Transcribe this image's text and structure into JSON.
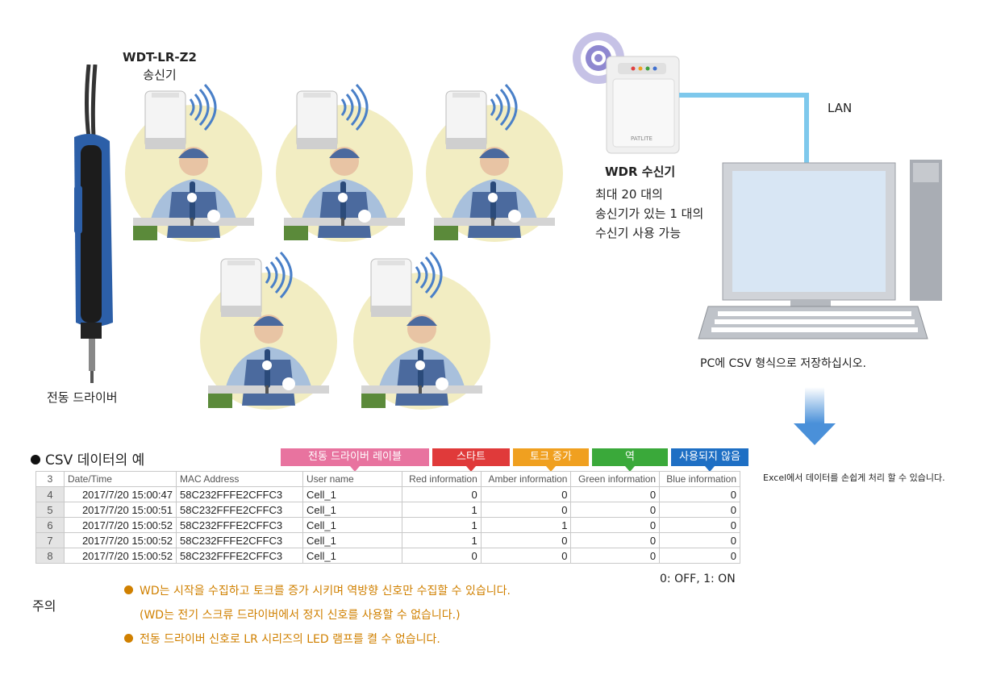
{
  "transmitter": {
    "model": "WDT-LR-Z2",
    "name": "송신기"
  },
  "driver_label": "전동 드라이버",
  "receiver": {
    "name": "WDR 수신기",
    "desc_lines": [
      "최대 20 대의",
      "송신기가 있는 1 대의",
      "수신기 사용 가능"
    ],
    "brand": "PATLITE"
  },
  "lan_label": "LAN",
  "pc_label": "PC에 CSV 형식으로 저장하십시오.",
  "excel_label": "Excel에서 데이터를 손쉽게 처리 할 수 있습니다.",
  "csv_title": "CSV 데이터의 예",
  "tags": [
    {
      "label": "전동 드라이버 레이블",
      "color": "#e8739f"
    },
    {
      "label": "스타트",
      "color": "#e03a3a"
    },
    {
      "label": "토크 증가",
      "color": "#f0a020"
    },
    {
      "label": "역",
      "color": "#3aa93a"
    },
    {
      "label": "사용되지 않음",
      "color": "#1e6fc4"
    }
  ],
  "table": {
    "header_row_num": "3",
    "headers": [
      "Date/Time",
      "MAC Address",
      "User name",
      "Red information",
      "Amber information",
      "Green information",
      "Blue information"
    ],
    "rows": [
      {
        "n": "4",
        "dt": "2017/7/20 15:00:47",
        "mac": "58C232FFFE2CFFC3",
        "user": "Cell_1",
        "red": "0",
        "amber": "0",
        "green": "0",
        "blue": "0"
      },
      {
        "n": "5",
        "dt": "2017/7/20 15:00:51",
        "mac": "58C232FFFE2CFFC3",
        "user": "Cell_1",
        "red": "1",
        "amber": "0",
        "green": "0",
        "blue": "0"
      },
      {
        "n": "6",
        "dt": "2017/7/20 15:00:52",
        "mac": "58C232FFFE2CFFC3",
        "user": "Cell_1",
        "red": "1",
        "amber": "1",
        "green": "0",
        "blue": "0"
      },
      {
        "n": "7",
        "dt": "2017/7/20 15:00:52",
        "mac": "58C232FFFE2CFFC3",
        "user": "Cell_1",
        "red": "1",
        "amber": "0",
        "green": "0",
        "blue": "0"
      },
      {
        "n": "8",
        "dt": "2017/7/20 15:00:52",
        "mac": "58C232FFFE2CFFC3",
        "user": "Cell_1",
        "red": "0",
        "amber": "0",
        "green": "0",
        "blue": "0"
      }
    ]
  },
  "legend_onoff": "0: OFF, 1: ON",
  "notes": {
    "title": "주의",
    "line1": "WD는 시작을 수집하고 토크를 증가 시키며 역방향 신호만 수집할 수 있습니다.",
    "line2": "(WD는 전기 스크류 드라이버에서 정지 신호를 사용할 수 없습니다.)",
    "line3": "전동 드라이버 신호로 LR 시리즈의 LED 램프를 켤 수 없습니다."
  }
}
